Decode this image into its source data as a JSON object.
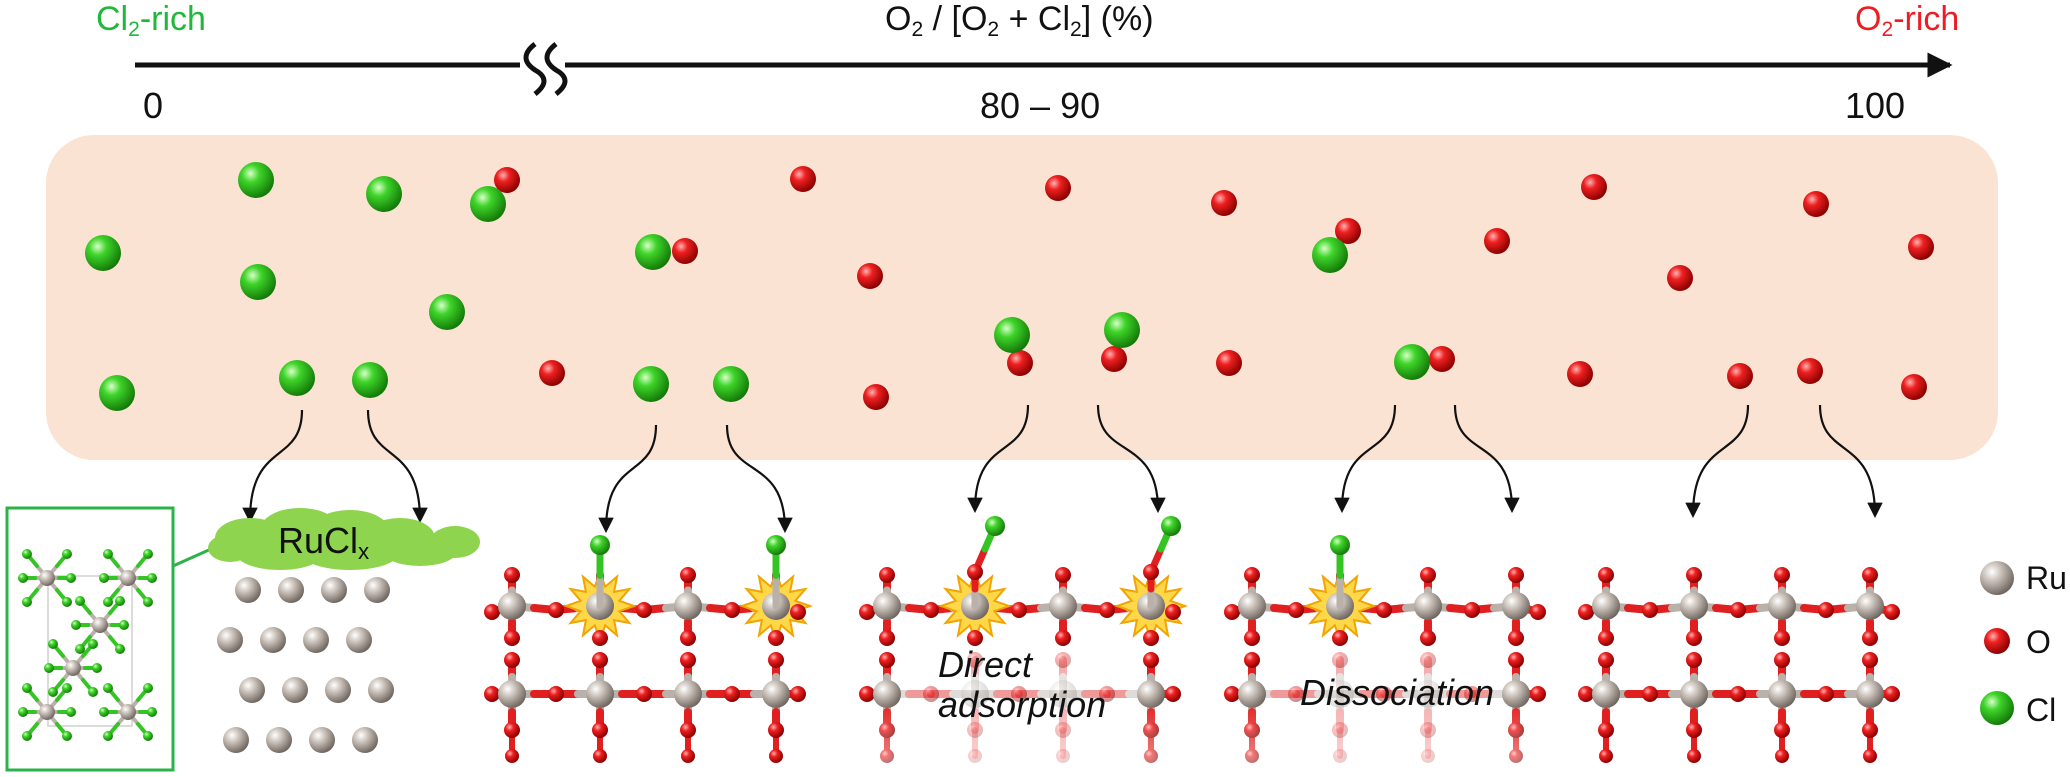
{
  "scale": {
    "left_label_main": "Cl",
    "left_label_sub": "2",
    "left_label_tail": "-rich",
    "title_p1": "O",
    "title_s1": "2",
    "title_p2": " / [O",
    "title_s2": "2",
    "title_p3": " + Cl",
    "title_s3": "2",
    "title_p4": "] (%)",
    "right_label_main": "O",
    "right_label_sub": "2",
    "right_label_tail": "-rich",
    "tick_left": "0",
    "tick_mid": "80 – 90",
    "tick_right": "100"
  },
  "panels": {
    "rucl_main": "RuCl",
    "rucl_sub": "x",
    "direct_line1": "Direct",
    "direct_line2": "adsorption",
    "dissociation": "Dissociation"
  },
  "legend": {
    "items": [
      {
        "label": "Ru",
        "color": "#b3aaa2"
      },
      {
        "label": "O",
        "color": "#e81e1e"
      },
      {
        "label": "Cl",
        "color": "#36c825"
      }
    ]
  },
  "colors": {
    "gas_band": "#fbe3d4",
    "oxygen": "#e81e1e",
    "chlorine": "#36c825",
    "ruthenium": "#b3aaa2",
    "highlight": "#ffc21a"
  }
}
